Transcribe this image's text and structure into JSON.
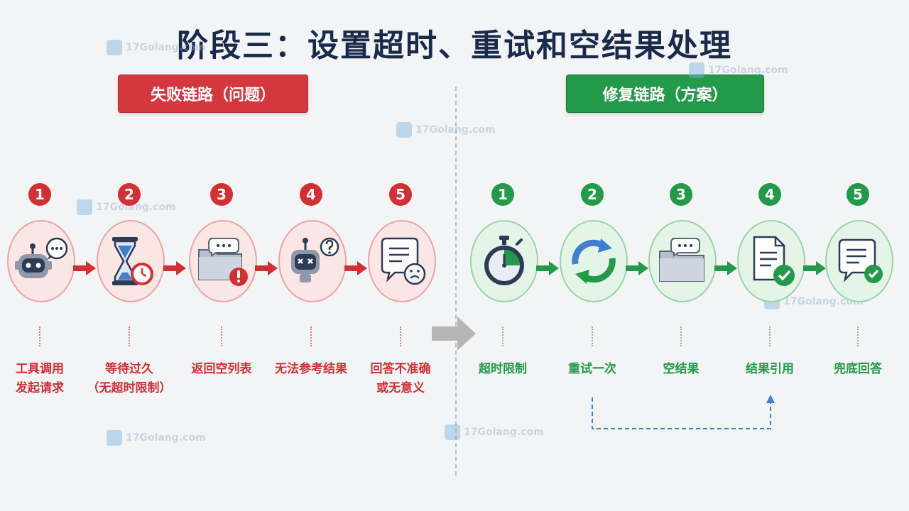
{
  "title": "阶段三：设置超时、重试和空结果处理",
  "fail_banner": "失败链路（问题）",
  "fix_banner": "修复链路（方案）",
  "watermark": "17Golang.com",
  "colors": {
    "fail": "#d32f34",
    "fix": "#23994a",
    "title": "#1a2a4a"
  },
  "fail_steps": [
    {
      "num": "1",
      "icon": "robot-chat-icon",
      "line1": "工具调用",
      "line2": "发起请求"
    },
    {
      "num": "2",
      "icon": "hourglass-clock-icon",
      "line1": "等待过久",
      "line2": "（无超时限制）"
    },
    {
      "num": "3",
      "icon": "folder-error-icon",
      "line1": "返回空列表",
      "line2": ""
    },
    {
      "num": "4",
      "icon": "confused-robot-icon",
      "line1": "无法参考结果",
      "line2": ""
    },
    {
      "num": "5",
      "icon": "sad-document-icon",
      "line1": "回答不准确",
      "line2": "或无意义"
    }
  ],
  "fix_steps": [
    {
      "num": "1",
      "icon": "stopwatch-icon",
      "line1": "超时限制",
      "line2": ""
    },
    {
      "num": "2",
      "icon": "retry-arrows-icon",
      "line1": "重试一次",
      "line2": ""
    },
    {
      "num": "3",
      "icon": "empty-folder-icon",
      "line1": "空结果",
      "line2": ""
    },
    {
      "num": "4",
      "icon": "document-check-icon",
      "line1": "结果引用",
      "line2": ""
    },
    {
      "num": "5",
      "icon": "chat-check-icon",
      "line1": "兜底回答",
      "line2": ""
    }
  ]
}
